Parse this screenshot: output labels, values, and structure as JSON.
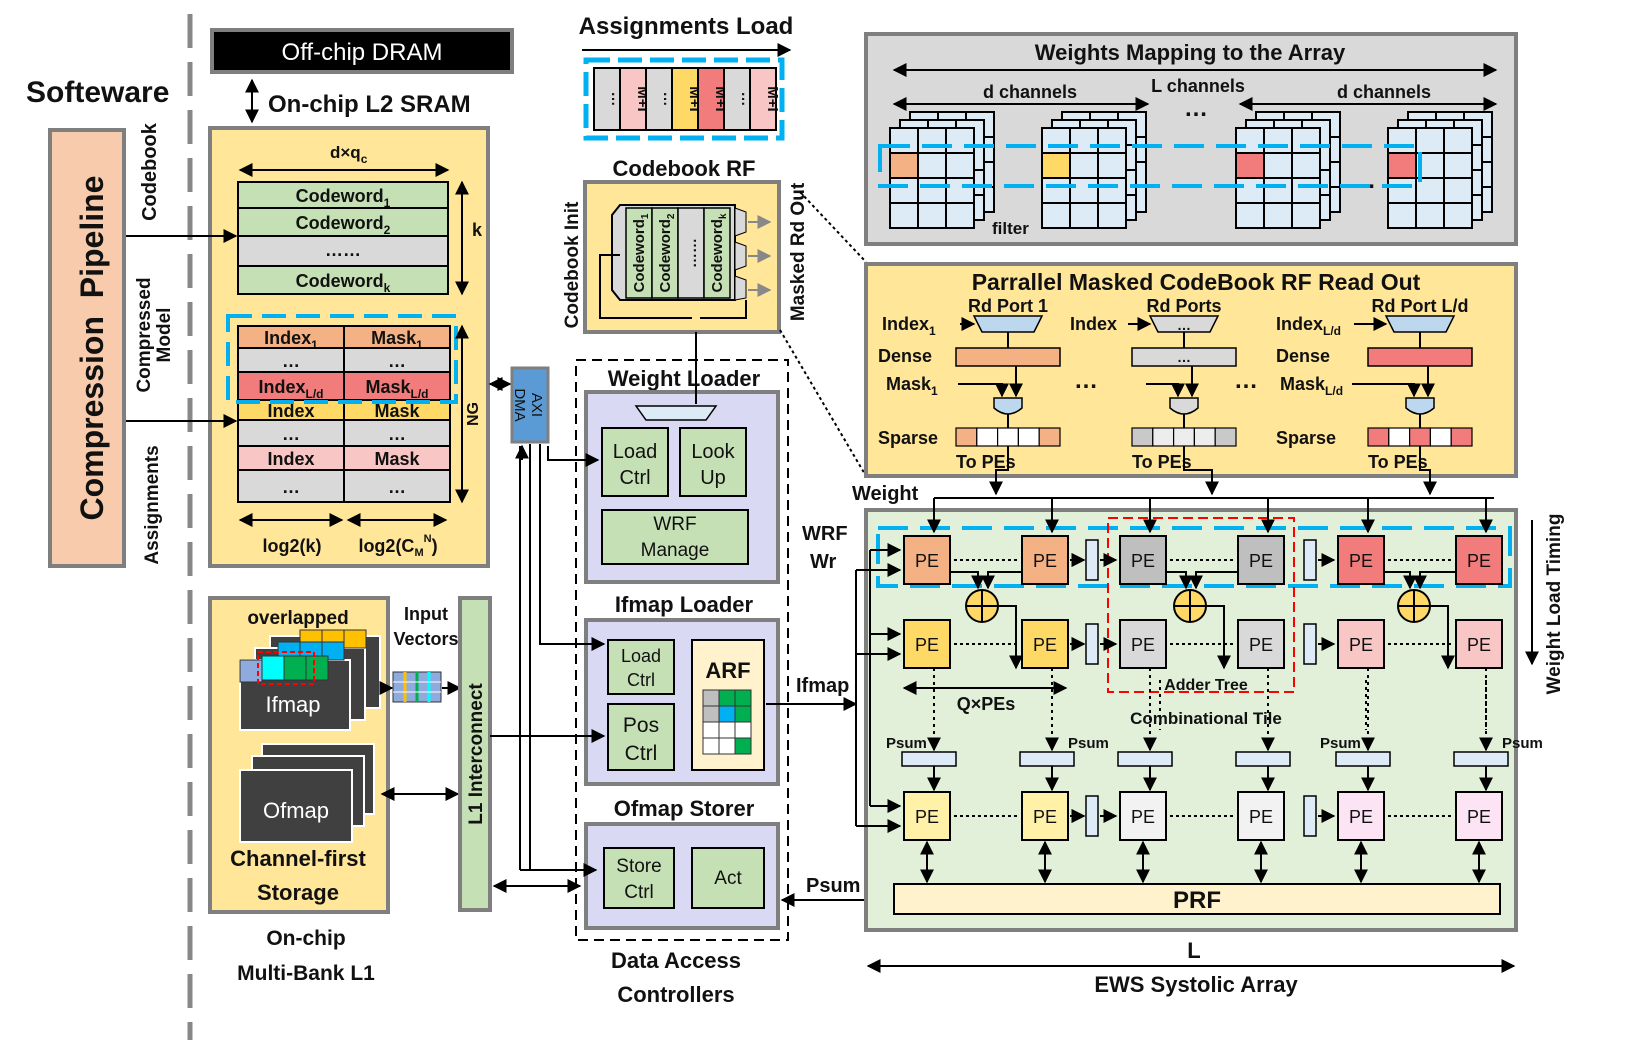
{
  "software_label": "Softeware",
  "pipeline_label": "Compression  Pipeline",
  "dram_label": "Off-chip DRAM",
  "l2_label": "On-chip L2 SRAM",
  "codebook_side": "Codebook",
  "compressed_side": [
    "Compressed",
    "Model"
  ],
  "assignments_side": "Assignments",
  "dxqc": "d×q",
  "dxqc_sub": "c",
  "codewords": [
    {
      "main": "Codeword",
      "sub": "1"
    },
    {
      "main": "Codeword",
      "sub": "2"
    },
    {
      "main": "……",
      "sub": ""
    },
    {
      "main": "Codeword",
      "sub": "k"
    }
  ],
  "k_label": "k",
  "ng_label": "NG",
  "assign_rows": [
    {
      "left": "Index",
      "left_sub": "1",
      "right": "Mask",
      "right_sub": "1",
      "color": "#F4B183"
    },
    {
      "left": "…",
      "left_sub": "",
      "right": "…",
      "right_sub": "",
      "color": "#D9D9D9"
    },
    {
      "left": "Index",
      "left_sub": "L/d",
      "right": "Mask",
      "right_sub": "L/d",
      "color": "#F27B7B"
    },
    {
      "left": "Index",
      "left_sub": "",
      "right": "Mask",
      "right_sub": "",
      "color": "#FFD966"
    },
    {
      "left": "…",
      "left_sub": "",
      "right": "…",
      "right_sub": "",
      "color": "#D9D9D9"
    },
    {
      "left": "Index",
      "left_sub": "",
      "right": "Mask",
      "right_sub": "",
      "color": "#F9C6C6"
    },
    {
      "left": "…",
      "left_sub": "",
      "right": "…",
      "right_sub": "",
      "color": "#D9D9D9"
    }
  ],
  "log2k": "log2(k)",
  "log2cm": "log2(C",
  "log2cm_sub": "M",
  "log2cm_sup": "N",
  "log2cm_end": ")",
  "overlapped": "overlapped",
  "ifmap": "Ifmap",
  "ofmap": "Ofmap",
  "input_vectors": [
    "Input",
    "Vectors"
  ],
  "channel_first": [
    "Channel-first",
    "Storage"
  ],
  "l1_caption": [
    "On-chip",
    "Multi-Bank L1"
  ],
  "l1_interconnect": "L1 Interconnect",
  "axi_dma": [
    "AXI",
    "DMA"
  ],
  "assign_load": "Assignments Load",
  "assign_strip": [
    "…",
    "M+I",
    "…",
    "M+I",
    "M+I",
    "…",
    "M+I"
  ],
  "codebook_rf": "Codebook RF",
  "codebook_init": "Codebook Init",
  "masked_rd_out": "Masked Rd Out",
  "rf_words": [
    {
      "main": "Codeword",
      "sub": "1"
    },
    {
      "main": "Codeword",
      "sub": "2"
    },
    {
      "main": "……",
      "sub": ""
    },
    {
      "main": "Codeword",
      "sub": "k"
    }
  ],
  "weight_loader": "Weight Loader",
  "load_ctrl": [
    "Load",
    "Ctrl"
  ],
  "look_up": [
    "Look",
    "Up"
  ],
  "wrf_manage": [
    "WRF",
    "Manage"
  ],
  "ifmap_loader": "Ifmap Loader",
  "pos_ctrl": [
    "Pos",
    "Ctrl"
  ],
  "arf": "ARF",
  "ofmap_storer": "Ofmap Storer",
  "store_ctrl": [
    "Store",
    "Ctrl"
  ],
  "act": "Act",
  "dac_caption": [
    "Data Access",
    "Controllers"
  ],
  "wm_title": "Weights Mapping to the Array",
  "d_channels": "d channels",
  "l_channels": "L channels",
  "ellipsis": "…",
  "filter": "filter",
  "pm_title": "Parrallel Masked CodeBook RF Read Out",
  "rd_ports": [
    {
      "port": "Rd Port 1",
      "index": "Index",
      "index_sub": "1",
      "mask": "Mask",
      "mask_sub": "1",
      "dense_color": "#F4B183",
      "sparse_color": "#F4B183"
    },
    {
      "port": "Rd Ports",
      "index": "Index",
      "index_sub": "",
      "mask": "",
      "mask_sub": "",
      "dense_color": "#D9D9D9",
      "sparse_color": "#C9C9C9"
    },
    {
      "port": "Rd Port L/d",
      "index": "Index",
      "index_sub": "L/d",
      "mask": "Mask",
      "mask_sub": "L/d",
      "dense_color": "#F27B7B",
      "sparse_color": "#F27B7B"
    }
  ],
  "dense": "Dense",
  "sparse": "Sparse",
  "to_pes": "To PEs",
  "weight": "Weight",
  "wrf_wr": [
    "WRF",
    "Wr"
  ],
  "ifmap_arrow": "Ifmap",
  "psum_arrow": "Psum",
  "pe": "PE",
  "qxpes": "Q×PEs",
  "adder_tree": "Adder Tree",
  "combinational_tile": "Combinational Tile",
  "psum": "Psum",
  "prf": "PRF",
  "weight_load_timing": "Weight Load Timing",
  "l_label": "L",
  "ews_caption": "EWS Systolic Array",
  "pe_colors": {
    "row1": [
      "#F4B183",
      "#F4B183",
      "#BFBFBF",
      "#BFBFBF",
      "#F27B7B",
      "#F27B7B"
    ],
    "row2": [
      "#FFD966",
      "#FFD966",
      "#D9D9D9",
      "#D9D9D9",
      "#F9C6C6",
      "#F9C6C6"
    ],
    "row3": [
      "#FFF2A8",
      "#FFF2A8",
      "#F2F2F2",
      "#F2F2F2",
      "#FCE4F4",
      "#FCE4F4"
    ]
  }
}
